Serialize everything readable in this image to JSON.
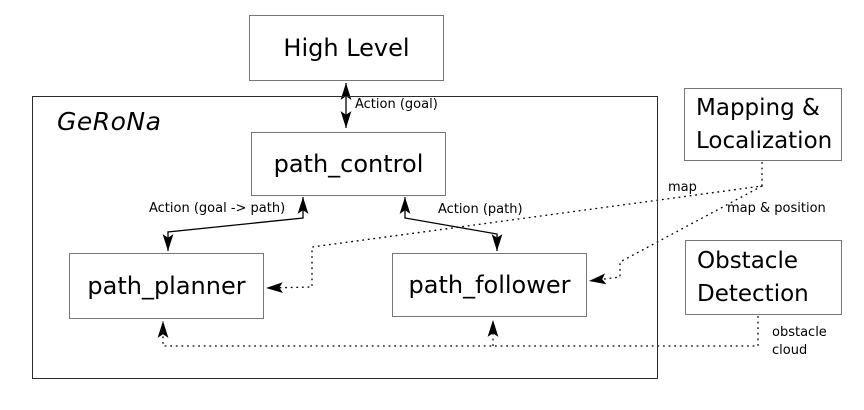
{
  "diagram": {
    "container_label": "GeRoNa",
    "nodes": {
      "high_level": {
        "label": "High Level"
      },
      "path_control": {
        "label": "path_control"
      },
      "path_planner": {
        "label": "path_planner"
      },
      "path_follower": {
        "label": "path_follower"
      },
      "mapping_localization": {
        "line1": "Mapping &",
        "line2": "Localization"
      },
      "obstacle_detection": {
        "line1": "Obstacle",
        "line2": "Detection"
      }
    },
    "edge_labels": {
      "action_goal": "Action (goal)",
      "action_goal_path": "Action (goal -> path)",
      "action_path": "Action (path)",
      "map": "map",
      "map_position": "map & position",
      "obstacle_cloud_line1": "obstacle",
      "obstacle_cloud_line2": "cloud"
    },
    "colors": {
      "line": "#000000",
      "box_border": "#767676",
      "container_border": "#2b2b2b",
      "text": "#000000",
      "background": "#ffffff"
    }
  }
}
